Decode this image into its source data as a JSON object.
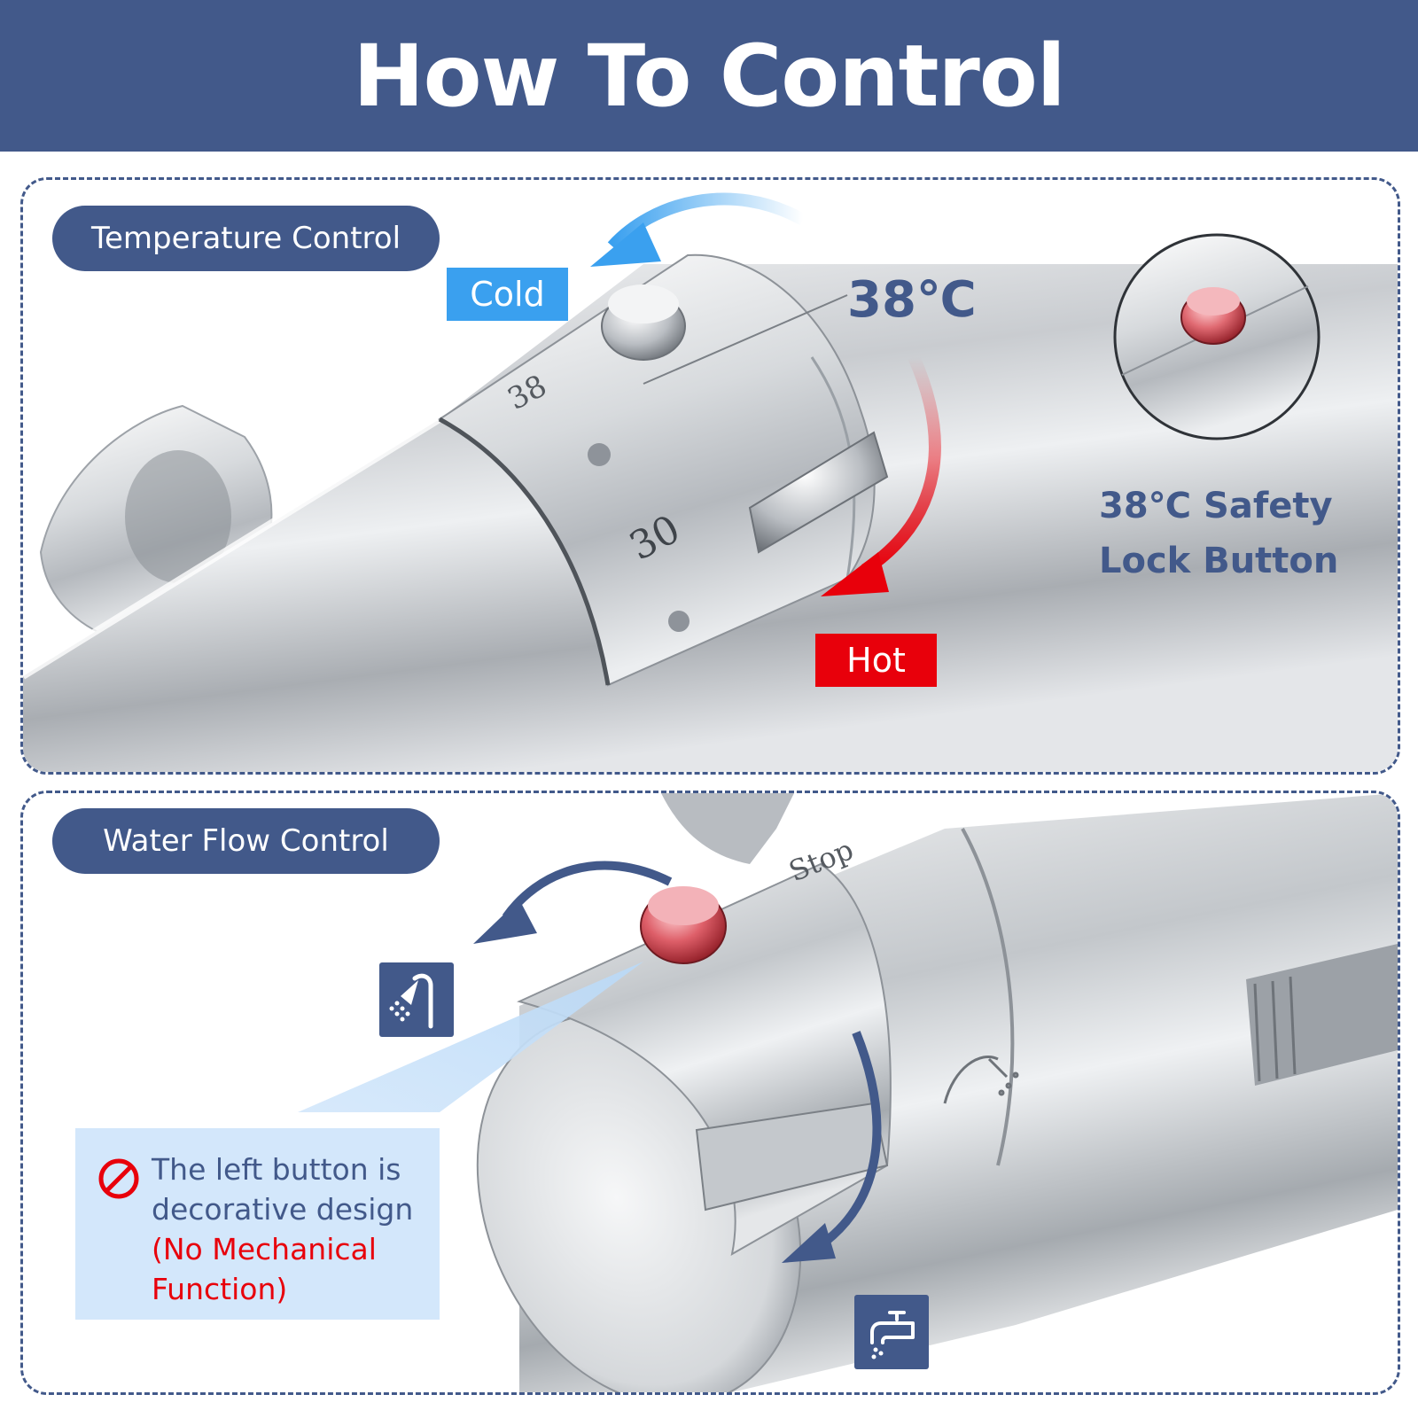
{
  "header": {
    "title": "How To Control"
  },
  "temperature_panel": {
    "section_label": "Temperature Control",
    "cold_label": "Cold",
    "hot_label": "Hot",
    "set_temperature": "38℃",
    "dial_mark_high": "38",
    "dial_mark_low": "30",
    "lock_title_line1": "38℃ Safety",
    "lock_title_line2": "Lock Button"
  },
  "flow_panel": {
    "section_label": "Water Flow Control",
    "stop_mark": "Stop",
    "shower_icon": "shower-head-icon",
    "tap_icon": "faucet-icon",
    "handheld_icon": "hand-shower-icon",
    "note_line1": "The left button is",
    "note_line2": "decorative design",
    "note_line3": "(No Mechanical",
    "note_line4": "Function)",
    "note_icon": "prohibited-icon"
  },
  "colors": {
    "brand_navy": "#42598a",
    "cold_blue": "#3aa0ef",
    "hot_red": "#e8000b",
    "note_background": "#d3e7fb"
  }
}
